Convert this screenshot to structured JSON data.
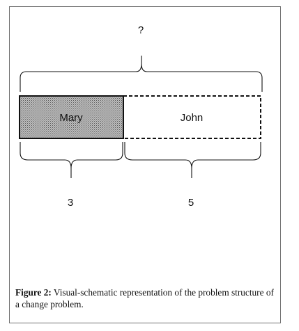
{
  "diagram": {
    "total_label": "?",
    "part_a": {
      "name": "Mary",
      "value": "3"
    },
    "part_b": {
      "name": "John",
      "value": "5"
    }
  },
  "caption": {
    "label": "Figure 2:",
    "text": " Visual-schematic representation of the problem structure of a change problem."
  },
  "colors": {
    "frame_border": "#6f6f6f",
    "stroke": "#111111",
    "hatch_fill": "#8c8c8c"
  }
}
